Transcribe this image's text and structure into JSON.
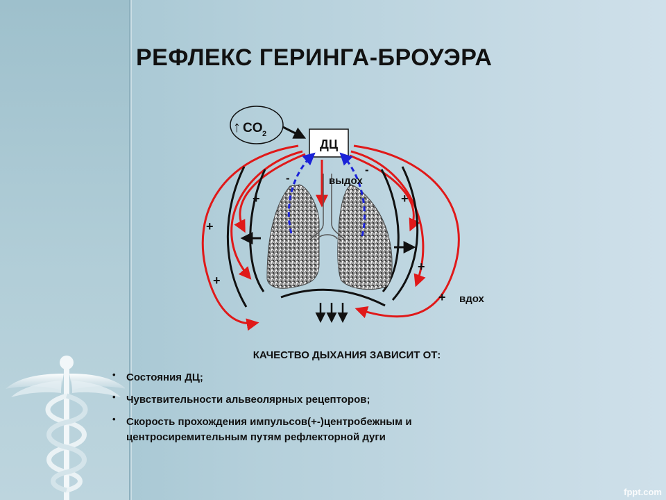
{
  "slide": {
    "title": "РЕФЛЕКС ГЕРИНГА-БРОУЭРА",
    "brand": "fppt.com"
  },
  "diagram": {
    "co2_arrow": "↑",
    "co2_label": "CO",
    "co2_sub": "2",
    "center_label": "ДЦ",
    "exhale_label": "выдох",
    "inhale_label": "вдох",
    "plus": "+",
    "minus": "-"
  },
  "caption": {
    "heading": "КАЧЕСТВО ДЫХАНИЯ ЗАВИСИТ ОТ:",
    "bullet_symbol": "•",
    "items": [
      "Состояния ДЦ;",
      "Чувствительности альвеолярных рецепторов;",
      "Скорость прохождения импульсов(+-)центробежным и центросиремительным путям рефлекторной дуги"
    ]
  },
  "colors": {
    "red_path": "#e01919",
    "blue_path": "#1a22d8",
    "lung_fill": "#9a9a9a"
  }
}
